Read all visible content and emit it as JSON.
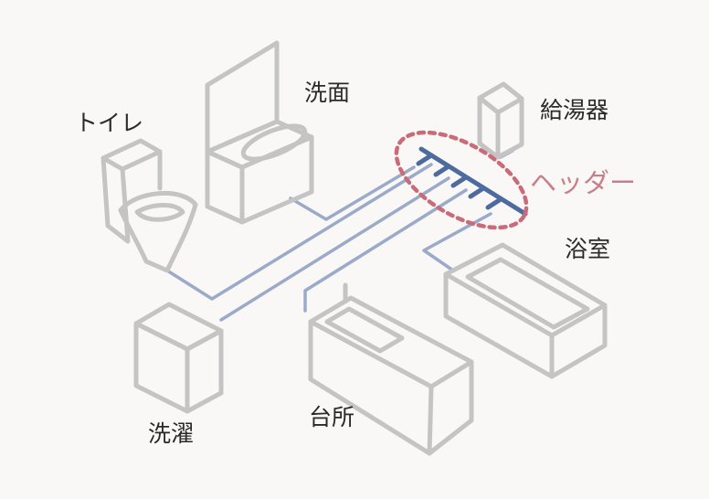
{
  "labels": {
    "toilet": "トイレ",
    "washbasin": "洗面",
    "water_heater": "給湯器",
    "header": "ヘッダー",
    "bathroom": "浴室",
    "laundry": "洗濯",
    "kitchen": "台所"
  },
  "colors": {
    "fixture_stroke": "#c4c4c4",
    "pipe": "#9aaac8",
    "header_bar": "#4d6b9e",
    "highlight_ring": "#c96b78",
    "header_text": "#c97f89"
  }
}
